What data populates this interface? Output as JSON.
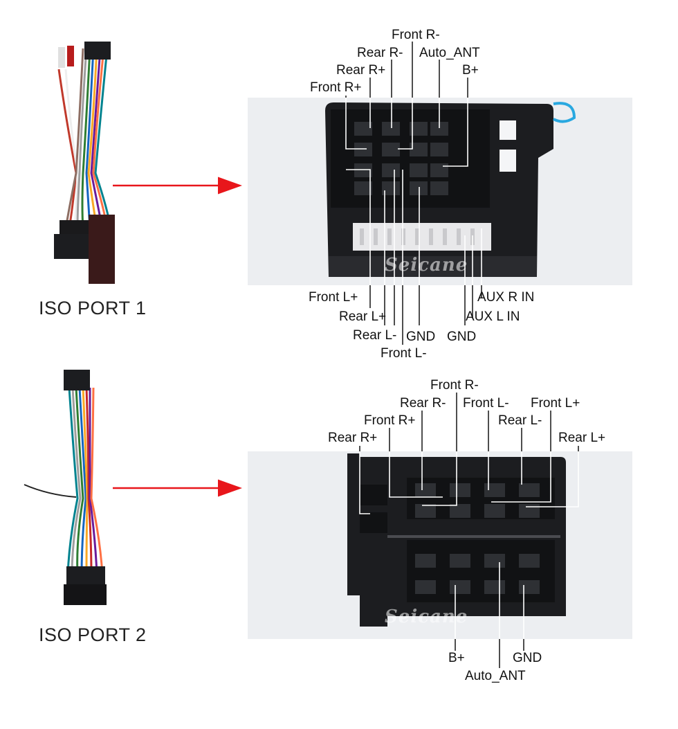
{
  "ports": [
    {
      "name": "ISO PORT 1",
      "watermark": "Seicane",
      "pins": {
        "front_r_minus": "Front R-",
        "rear_r_minus": "Rear R-",
        "auto_ant": "Auto_ANT",
        "rear_r_plus": "Rear R+",
        "b_plus": "B+",
        "front_r_plus": "Front R+",
        "front_l_plus": "Front L+",
        "aux_r_in": "AUX R IN",
        "rear_l_plus": "Rear L+",
        "aux_l_in": "AUX L IN",
        "rear_l_minus": "Rear L-",
        "gnd_a": "GND",
        "gnd_b": "GND",
        "front_l_minus": "Front L-"
      }
    },
    {
      "name": "ISO PORT 2",
      "watermark": "Seicane",
      "pins": {
        "front_r_minus": "Front R-",
        "rear_r_minus": "Rear R-",
        "front_l_minus": "Front L-",
        "front_l_plus": "Front L+",
        "front_r_plus": "Front R+",
        "rear_l_minus": "Rear L-",
        "rear_r_plus": "Rear R+",
        "rear_l_plus": "Rear L+",
        "b_plus": "B+",
        "gnd": "GND",
        "auto_ant": "Auto_ANT"
      }
    }
  ],
  "colors": {
    "arrow": "#e8161b",
    "leader": "#222222",
    "connector": "#1c1d20"
  }
}
